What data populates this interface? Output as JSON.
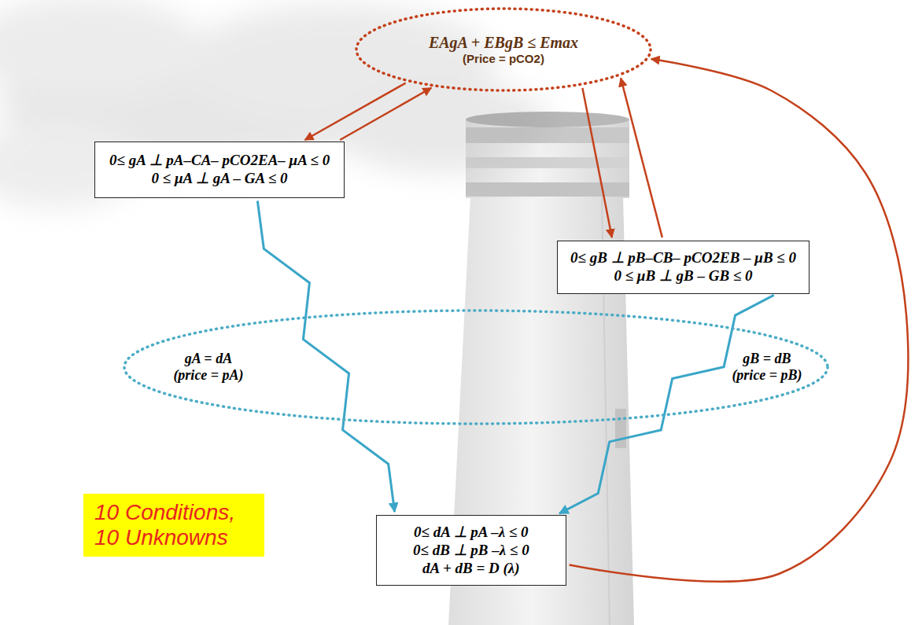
{
  "diagram": {
    "nodes": [
      {
        "text": [
          "EAgA + EBgB ≤ Emax",
          "(Price = pCO2)"
        ]
      },
      {
        "text": [
          "0≤ gA ⊥ pA–CA– pCO2EA– μA ≤ 0",
          "0 ≤ μA ⊥ gA – GA ≤ 0"
        ]
      },
      {
        "text": [
          "0≤ gB ⊥ pB–CB– pCO2EB – μB ≤ 0",
          "0 ≤ μB ⊥ gB – GB ≤ 0"
        ]
      },
      {
        "text": [
          "gA = dA (price = pA)",
          "gB = dB (price = pB)"
        ]
      },
      {
        "text": [
          "0≤ dA ⊥ pA –λ ≤ 0",
          "0≤ dB ⊥ pB –λ ≤ 0",
          "dA + dB = D (λ)"
        ]
      },
      {
        "text": [
          "10 Conditions, 10 Unknowns"
        ]
      }
    ],
    "edges": [
      {
        "from": 0,
        "to": 1,
        "arrow": "to"
      },
      {
        "from": 1,
        "to": 0,
        "arrow": "to"
      },
      {
        "from": 0,
        "to": 2,
        "arrow": "to"
      },
      {
        "from": 2,
        "to": 0,
        "arrow": "to"
      },
      {
        "from": 1,
        "to": 4,
        "arrow": "to"
      },
      {
        "from": 2,
        "to": 4,
        "arrow": "to"
      },
      {
        "from": 4,
        "to": 0,
        "arrow": "to"
      }
    ]
  }
}
